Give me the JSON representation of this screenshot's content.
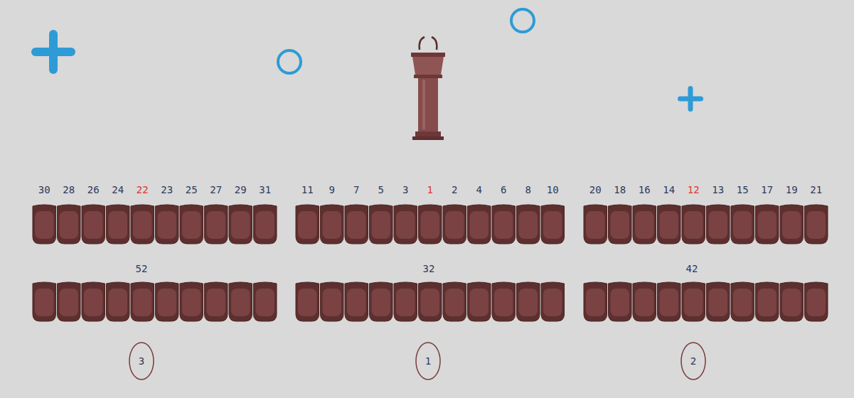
{
  "diagram": {
    "nodes": [
      {
        "text": [
          "3"
        ]
      },
      {
        "text": [
          "1"
        ]
      },
      {
        "text": [
          "2"
        ]
      }
    ],
    "labels": [
      "30",
      "28",
      "26",
      "24",
      "22",
      "23",
      "25",
      "27",
      "29",
      "31",
      "11",
      "9",
      "7",
      "5",
      "3",
      "1",
      "2",
      "4",
      "6",
      "8",
      "10",
      "20",
      "18",
      "16",
      "14",
      "12",
      "13",
      "15",
      "17",
      "19",
      "21",
      "52",
      "32",
      "42"
    ]
  }
}
